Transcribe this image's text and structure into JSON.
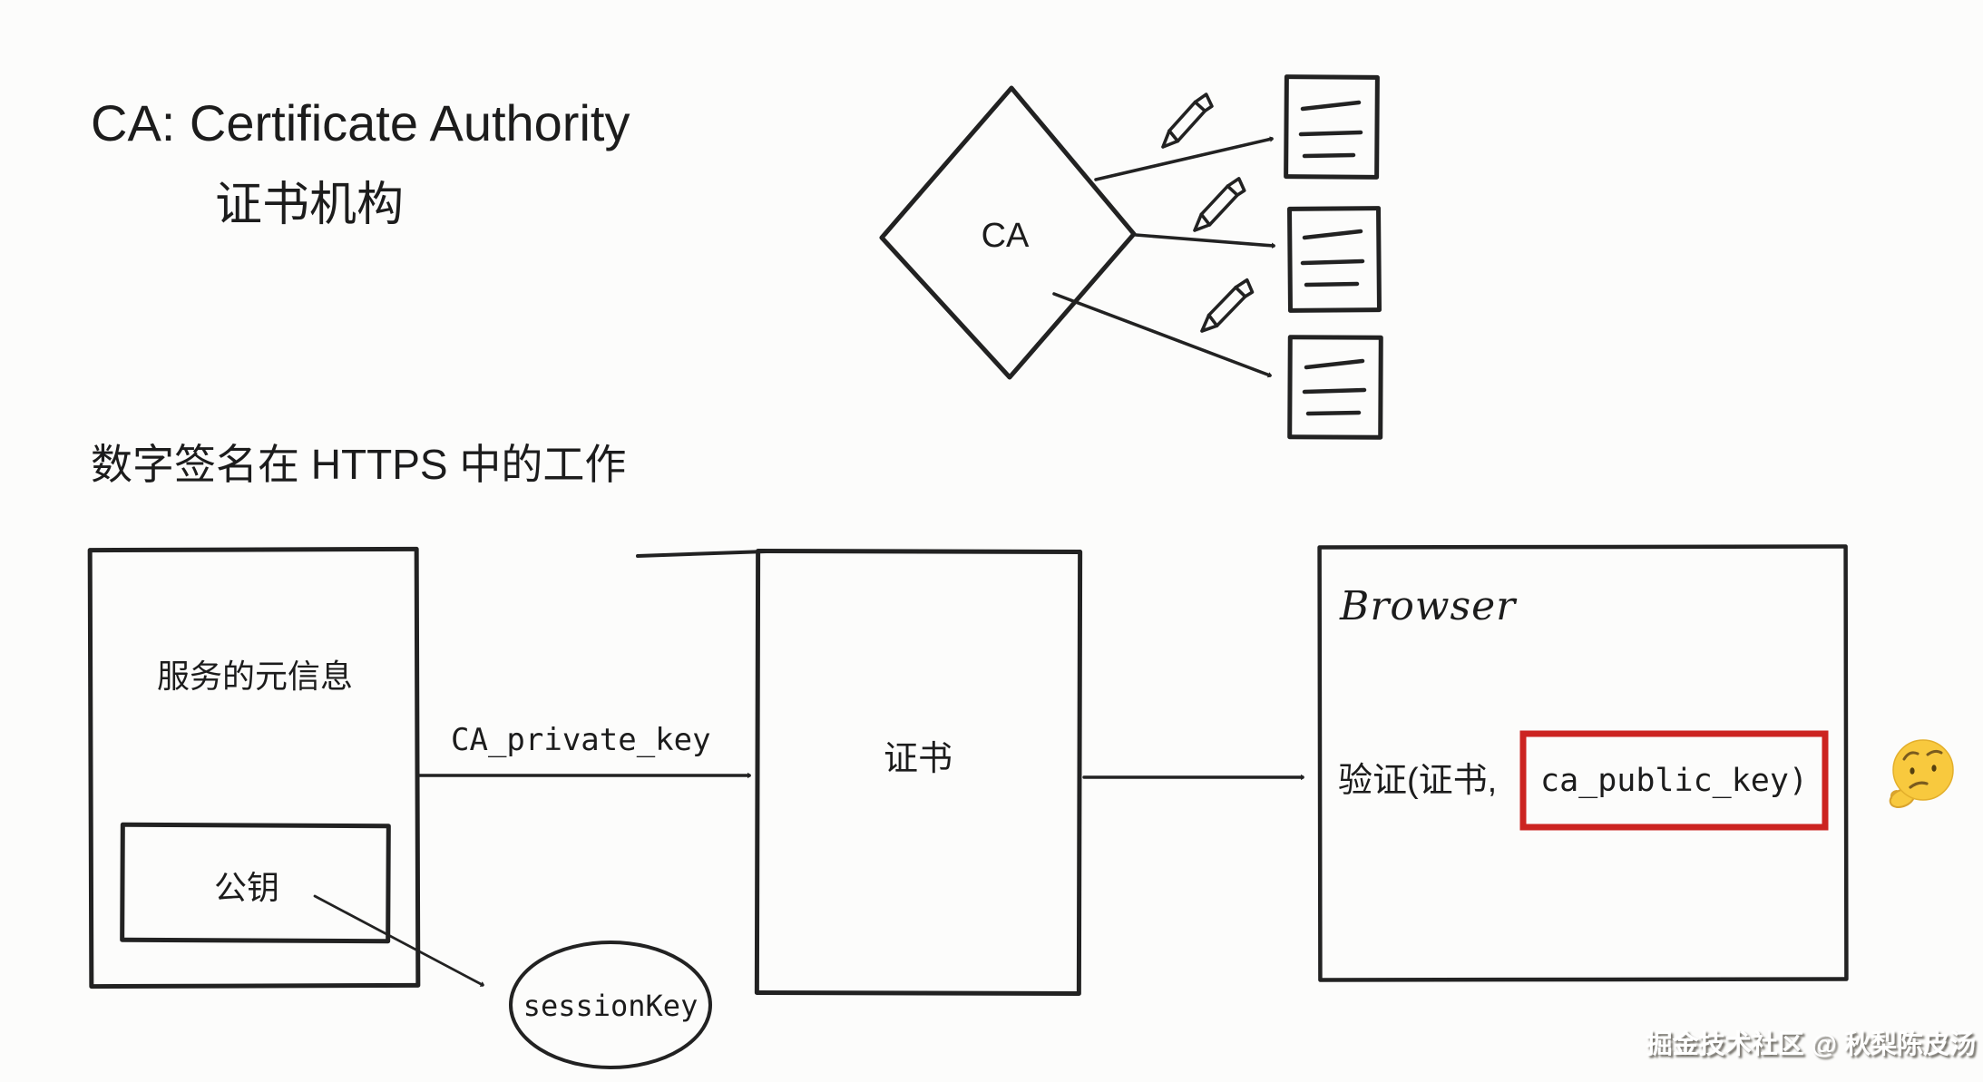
{
  "page": {
    "background": "#fcfcfb"
  },
  "colors": {
    "ink": "#222222",
    "red": "#cc2421",
    "emoji-yellow": "#f8c93e",
    "watermark-shadow": "#6b675e"
  },
  "header": {
    "title_en": "CA: Certificate Authority",
    "title_zh": "证书机构"
  },
  "ca_signing": {
    "diamond_label": "CA",
    "documents": 3,
    "icons": [
      "pencil-icon",
      "signed-document-icon"
    ]
  },
  "section": {
    "heading": "数字签名在 HTTPS 中的工作"
  },
  "flow": {
    "server_meta_box": {
      "label": "服务的元信息",
      "public_key_label": "公钥"
    },
    "sign_arrow_label": "CA_private_key",
    "certificate_box": {
      "label": "证书"
    },
    "browser_box": {
      "label": "Browser",
      "verify_text": "验证(证书,",
      "highlighted_arg": "ca_public_key)"
    },
    "session_key_label": "sessionKey",
    "thinking_emoji_icon": "thinking-face-icon"
  },
  "watermark": {
    "text": "掘金技术社区 @ 秋梨陈皮汤"
  }
}
